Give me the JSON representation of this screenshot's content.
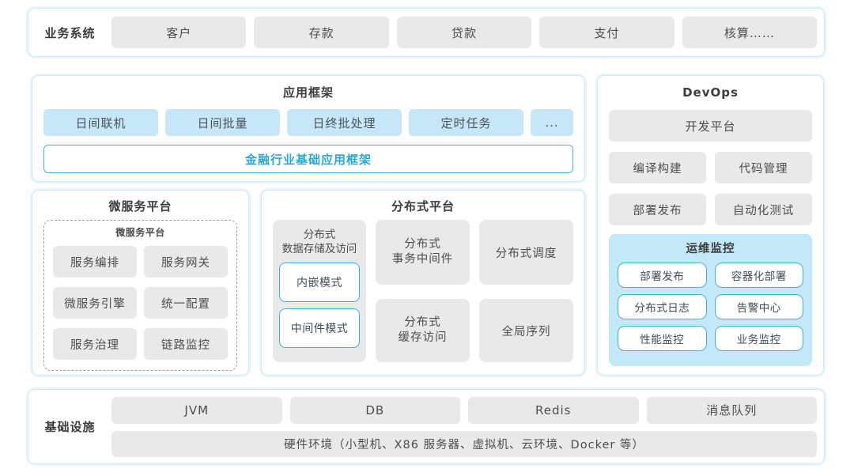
{
  "colors": {
    "section_border": "#cfeaf4",
    "gray_box": "#e9e9e9",
    "blue_box": "#c7e6f7",
    "monitor_bg": "#c3e8f8",
    "teal_border": "#40b4da",
    "teal_text": "#2aa7d6",
    "text": "#4d4d4d"
  },
  "business_system": {
    "label": "业务系统",
    "items": [
      "客户",
      "存款",
      "贷款",
      "支付",
      "核算……"
    ]
  },
  "app_framework": {
    "title": "应用框架",
    "items": [
      "日间联机",
      "日间批量",
      "日终批处理",
      "定时任务",
      "..."
    ],
    "base": "金融行业基础应用框架"
  },
  "devops": {
    "title": "DevOps",
    "platform": "开发平台",
    "items": [
      "编译构建",
      "代码管理",
      "部署发布",
      "自动化测试"
    ],
    "monitor": {
      "title": "运维监控",
      "items": [
        "部署发布",
        "容器化部署",
        "分布式日志",
        "告警中心",
        "性能监控",
        "业务监控"
      ]
    }
  },
  "microservice": {
    "title": "微服务平台",
    "inner_title": "微服务平台",
    "items": [
      "服务编排",
      "服务网关",
      "微服务引擎",
      "统一配置",
      "服务治理",
      "链路监控"
    ]
  },
  "distributed": {
    "title": "分布式平台",
    "storage": {
      "label": "分布式\n数据存储及访问",
      "modes": [
        "内嵌模式",
        "中间件模式"
      ]
    },
    "cells": [
      "分布式\n事务中间件",
      "分布式调度",
      "分布式\n缓存访问",
      "全局序列"
    ]
  },
  "infrastructure": {
    "label": "基础设施",
    "items": [
      "JVM",
      "DB",
      "Redis",
      "消息队列"
    ],
    "hardware": "硬件环境（小型机、X86 服务器、虚拟机、云环境、Docker 等）"
  }
}
